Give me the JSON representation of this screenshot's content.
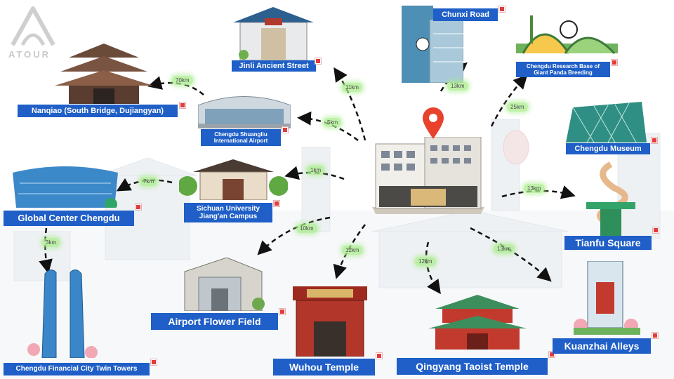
{
  "brand": {
    "name": "ATOUR",
    "logo_icon": "atour-logo-icon"
  },
  "center": {
    "name_icon": "hotel-building-icon",
    "pin_icon": "location-pin-icon",
    "pin_color": "#e8412c"
  },
  "colors": {
    "label_bg": "#1f5fc7",
    "distance_bg": "#aaec8c",
    "marker_red": "#e23b3b"
  },
  "destinations": [
    {
      "id": "jinli",
      "name": "Jinli Ancient Street",
      "distance": "11km"
    },
    {
      "id": "chunxi",
      "name": "Chunxi Road",
      "distance": "13km"
    },
    {
      "id": "panda",
      "name": "Chengdu Research Base of\nGiant Panda Breeding",
      "distance": "25km"
    },
    {
      "id": "nanqiao",
      "name": "Nanqiao (South Bridge, Dujiangyan)",
      "distance": "70km"
    },
    {
      "id": "airport",
      "name": "Chengdu Shuangliu\nInternational Airport",
      "distance": "5km"
    },
    {
      "id": "museum",
      "name": "Chengdu Museum",
      "distance": ""
    },
    {
      "id": "sichuan",
      "name": "Sichuan University\nJiang'an Campus",
      "distance": "1km"
    },
    {
      "id": "global",
      "name": "Global Center Chengdu",
      "distance": "7km"
    },
    {
      "id": "tianfu",
      "name": "Tianfu Square",
      "distance": "13km"
    },
    {
      "id": "flower",
      "name": "Airport Flower Field",
      "distance": "10km"
    },
    {
      "id": "wuhou",
      "name": "Wuhou Temple",
      "distance": "12km"
    },
    {
      "id": "qingyang",
      "name": "Qingyang Taoist Temple",
      "distance": "12km"
    },
    {
      "id": "kuanzhai",
      "name": "Kuanzhai Alleys",
      "distance": "13km"
    },
    {
      "id": "twin",
      "name": "Chengdu Financial City Twin Towers",
      "distance": "3km"
    }
  ],
  "icons": {
    "jinli": "jinli-gate-icon",
    "chunxi": "chunxi-tower-icon",
    "panda": "panda-base-icon",
    "nanqiao": "pagoda-bridge-icon",
    "airport": "airport-terminal-icon",
    "museum": "museum-building-icon",
    "sichuan": "university-gate-icon",
    "global": "global-center-icon",
    "tianfu": "tianfu-sculpture-icon",
    "flower": "flower-field-building-icon",
    "wuhou": "wuhou-temple-icon",
    "qingyang": "qingyang-temple-icon",
    "kuanzhai": "kuanzhai-gate-icon",
    "twin": "twin-towers-icon"
  }
}
